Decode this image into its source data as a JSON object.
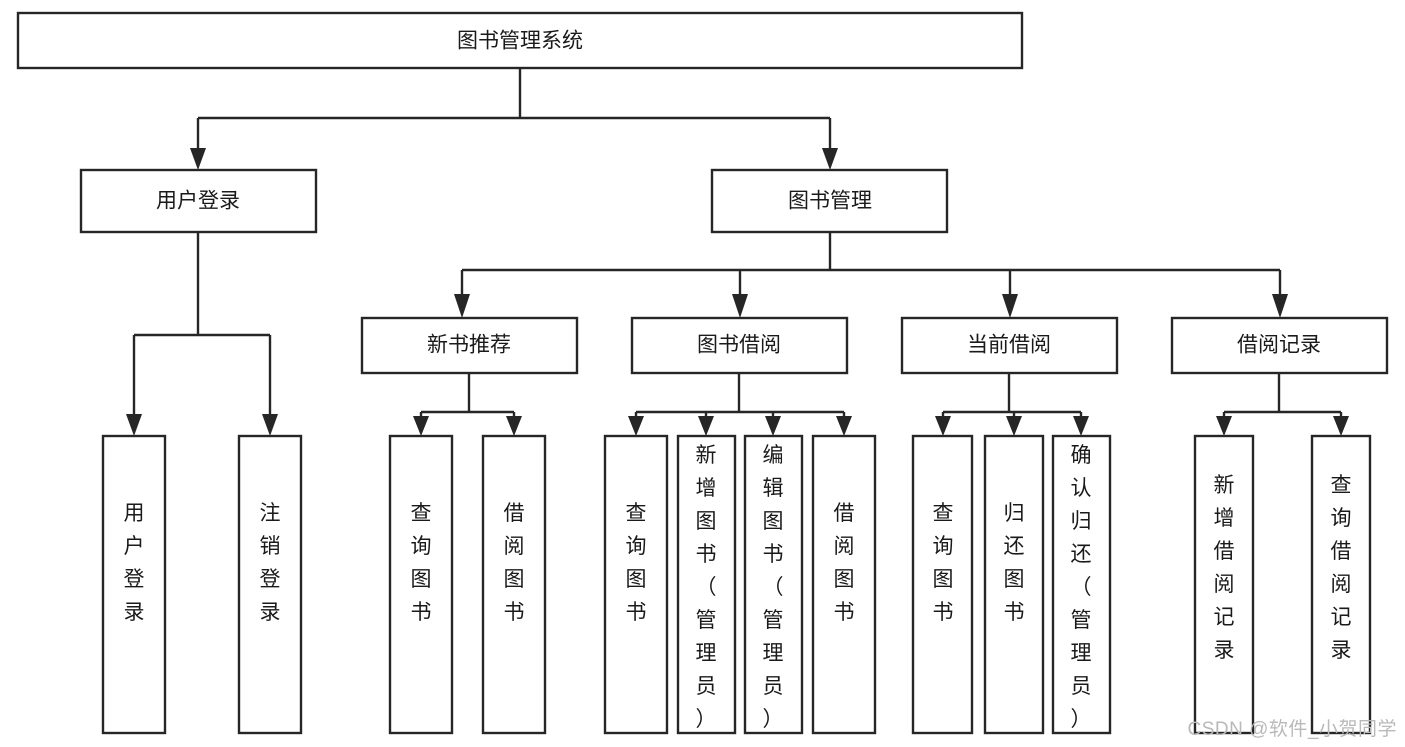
{
  "diagram": {
    "type": "tree",
    "title": "图书管理系统",
    "watermark": "CSDN @软件_小贺同学",
    "colors": {
      "box_stroke": "#262626",
      "box_fill": "#ffffff",
      "text": "#1a1a1a",
      "watermark": "#b9b9b9",
      "background": "#ffffff"
    },
    "levels": [
      {
        "level": 1,
        "orientation": "horizontal",
        "nodes": [
          {
            "id": "root",
            "label": "图书管理系统"
          }
        ]
      },
      {
        "level": 2,
        "orientation": "horizontal",
        "nodes": [
          {
            "id": "login",
            "label": "用户登录",
            "parent": "root"
          },
          {
            "id": "bookmgmt",
            "label": "图书管理",
            "parent": "root"
          }
        ]
      },
      {
        "level": 3,
        "orientation": "horizontal",
        "nodes": [
          {
            "id": "newbook",
            "label": "新书推荐",
            "parent": "bookmgmt"
          },
          {
            "id": "borrow",
            "label": "图书借阅",
            "parent": "bookmgmt"
          },
          {
            "id": "current",
            "label": "当前借阅",
            "parent": "bookmgmt"
          },
          {
            "id": "records",
            "label": "借阅记录",
            "parent": "bookmgmt"
          }
        ]
      },
      {
        "level": 4,
        "orientation": "vertical",
        "nodes": [
          {
            "id": "leaf1",
            "label": "用户登录",
            "parent": "login"
          },
          {
            "id": "leaf2",
            "label": "注销登录",
            "parent": "login"
          },
          {
            "id": "leaf3",
            "label": "查询图书",
            "parent": "newbook"
          },
          {
            "id": "leaf4",
            "label": "借阅图书",
            "parent": "newbook"
          },
          {
            "id": "leaf5",
            "label": "查询图书",
            "parent": "borrow"
          },
          {
            "id": "leaf6",
            "label": "新增图书（管理员）",
            "parent": "borrow"
          },
          {
            "id": "leaf7",
            "label": "编辑图书（管理员）",
            "parent": "borrow"
          },
          {
            "id": "leaf8",
            "label": "借阅图书",
            "parent": "borrow"
          },
          {
            "id": "leaf9",
            "label": "查询图书",
            "parent": "current"
          },
          {
            "id": "leaf10",
            "label": "归还图书",
            "parent": "current"
          },
          {
            "id": "leaf11",
            "label": "确认归还（管理员）",
            "parent": "current"
          },
          {
            "id": "leaf12",
            "label": "新增借阅记录",
            "parent": "records"
          },
          {
            "id": "leaf13",
            "label": "查询借阅记录",
            "parent": "records"
          }
        ]
      }
    ]
  }
}
